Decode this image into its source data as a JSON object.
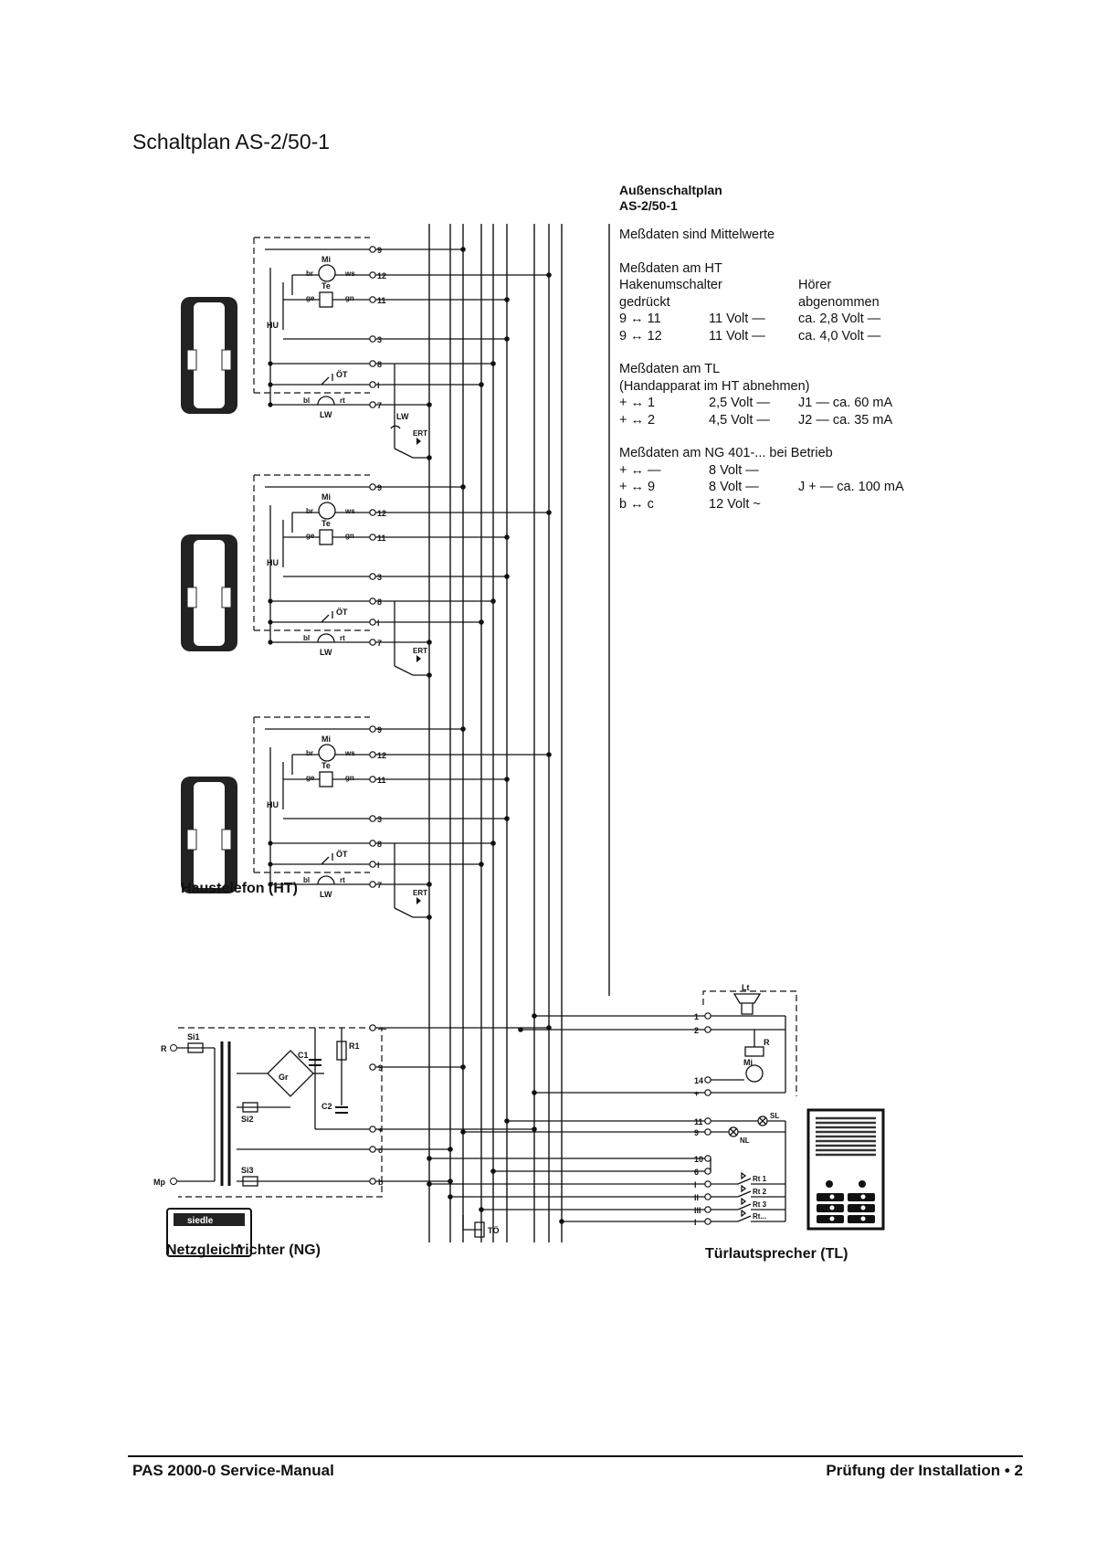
{
  "page_title": "Schaltplan AS-2/50-1",
  "measurements": {
    "heading_line1": "Außenschaltplan",
    "heading_line2": "AS-2/50-1",
    "note": "Meßdaten sind Mittelwerte",
    "ht": {
      "title": "Meßdaten am HT",
      "col_a_line1": "Hakenumschalter",
      "col_a_line2": "gedrückt",
      "col_b_line1": "Hörer",
      "col_b_line2": "abgenommen",
      "rows": [
        {
          "pins": "9 ↔ 11",
          "pressed": "11 Volt —",
          "lifted": "ca. 2,8 Volt —"
        },
        {
          "pins": "9 ↔ 12",
          "pressed": "11 Volt —",
          "lifted": "ca. 4,0 Volt —"
        }
      ]
    },
    "tl": {
      "title": "Meßdaten am TL",
      "subtitle": "(Handapparat im HT abnehmen)",
      "rows": [
        {
          "pins": "+ ↔ 1",
          "volt": "2,5 Volt —",
          "current": "J1 — ca. 60 mA"
        },
        {
          "pins": "+ ↔ 2",
          "volt": "4,5 Volt —",
          "current": "J2 — ca. 35 mA"
        }
      ]
    },
    "ng": {
      "title": "Meßdaten am NG 401-... bei Betrieb",
      "rows": [
        {
          "pins": "+ ↔ —",
          "volt": "8 Volt —",
          "current": ""
        },
        {
          "pins": "+ ↔ 9",
          "volt": "8 Volt —",
          "current": "J + — ca. 100 mA"
        },
        {
          "pins": "b ↔ c",
          "volt": "12 Volt ~",
          "current": ""
        }
      ]
    }
  },
  "labels": {
    "haustelefon": "Haustelefon (HT)",
    "netzgleichrichter": "Netzgleichrichter (NG)",
    "tuerlautsprecher": "Türlautsprecher (TL)",
    "ng_brand": "siedle"
  },
  "ht_terminals": [
    "9",
    "12",
    "11",
    "3",
    "8",
    "I",
    "7"
  ],
  "ht_parts": {
    "mi": "Mi",
    "te": "Te",
    "br": "br",
    "ws": "ws",
    "ge": "ge",
    "gn": "gn",
    "hu": "HU",
    "ot": "ÖT",
    "lw": "LW",
    "bl": "bl",
    "rt": "rt",
    "ert": "ERT"
  },
  "ng_parts": {
    "si1": "Si1",
    "si2": "Si2",
    "si3": "Si3",
    "gr": "Gr",
    "c1": "C1",
    "c2": "C2",
    "r1": "R1",
    "r": "R",
    "mp": "Mp"
  },
  "ng_terminals": [
    "—",
    "9",
    "+",
    "c",
    "b"
  ],
  "to_label": "TÖ",
  "tl_terminals": [
    "1",
    "2",
    "14",
    "+",
    "11",
    "9",
    "10",
    "6",
    "I",
    "II",
    "III",
    "I"
  ],
  "tl_parts": {
    "lt": "Lt",
    "r": "R",
    "mi": "Mi",
    "sl": "SL",
    "nl": "NL",
    "rt1": "Rt 1",
    "rt2": "Rt 2",
    "rt3": "Rt 3",
    "rtn": "Rt..."
  },
  "footer": {
    "left": "PAS 2000-0 Service-Manual",
    "right": "Prüfung der Installation  •  2"
  }
}
